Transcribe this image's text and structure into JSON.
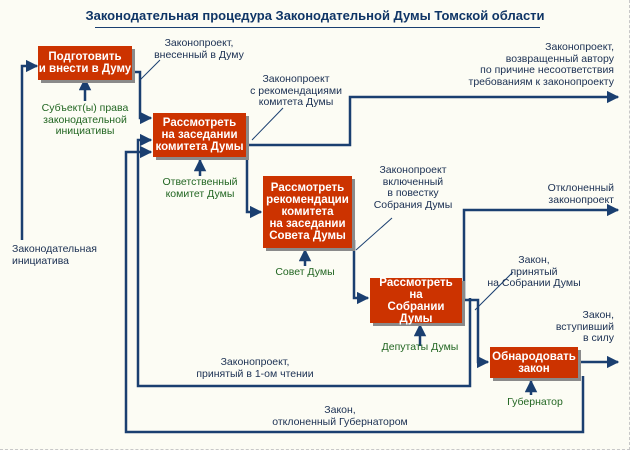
{
  "title": "Законодательная процедура Законодательной Думы Томской области",
  "boxes": {
    "prepare": "Подготовить\nи внести в Думу",
    "committee": "Рассмотреть\nна заседании\nкомитета Думы",
    "council": "Рассмотреть\nрекомендации\nкомитета\nна заседании\nСовета Думы",
    "assembly": "Рассмотреть\nна\nСобрании Думы",
    "publish": "Обнародовать\nзакон"
  },
  "actors": {
    "subjects": "Субъект(ы) права\nзаконодательной\nинициативы",
    "committee": "Ответственный\nкомитет Думы",
    "council": "Совет Думы",
    "deputies": "Депутаты Думы",
    "governor": "Губернатор"
  },
  "flows": {
    "initiative": "Законодательная\nинициатива",
    "submitted": "Законопроект,\nвнесенный в Думу",
    "recommendations": "Законопроект\nс рекомендациями\nкомитета Думы",
    "returned": "Законопроект,\nвозвращенный автору\nпо причине несоответствия\nтребованиям к законопроекту",
    "agenda": "Законопроект\nвключенный\nв повестку\nСобрания Думы",
    "rejected": "Отклоненный\nзаконопроект",
    "adopted": "Закон,\nпринятый\nна Собрании Думы",
    "in_force": "Закон,\nвступивший\nв силу",
    "first_reading": "Законопроект,\nпринятый в 1-ом чтении",
    "governor_rejected": "Закон,\nотклоненный Губернатором"
  }
}
